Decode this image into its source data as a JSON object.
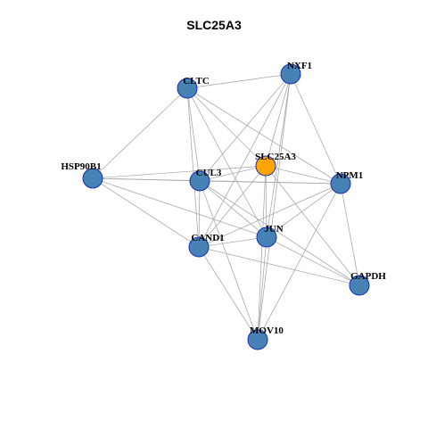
{
  "title": "SLC25A3",
  "colors": {
    "node_fill": "#4682b4",
    "hub_fill": "#ffa500",
    "node_stroke": "#1a2fb5",
    "edge": "#aaaaaa"
  },
  "nodes": [
    {
      "id": "SLC25A3",
      "label": "SLC25A3",
      "hub": true
    },
    {
      "id": "NXF1",
      "label": "NXF1"
    },
    {
      "id": "CLTC",
      "label": "CLTC"
    },
    {
      "id": "HSP90B1",
      "label": "HSP90B1"
    },
    {
      "id": "CUL3",
      "label": "CUL3"
    },
    {
      "id": "NPM1",
      "label": "NPM1"
    },
    {
      "id": "JUN",
      "label": "JUN"
    },
    {
      "id": "CAND1",
      "label": "CAND1"
    },
    {
      "id": "GAPDH",
      "label": "GAPDH"
    },
    {
      "id": "MOV10",
      "label": "MOV10"
    }
  ],
  "edges": [
    [
      "CLTC",
      "NXF1"
    ],
    [
      "CLTC",
      "HSP90B1"
    ],
    [
      "CLTC",
      "SLC25A3"
    ],
    [
      "CLTC",
      "CUL3"
    ],
    [
      "CLTC",
      "CAND1"
    ],
    [
      "CLTC",
      "NPM1"
    ],
    [
      "CLTC",
      "JUN"
    ],
    [
      "NXF1",
      "SLC25A3"
    ],
    [
      "NXF1",
      "CUL3"
    ],
    [
      "NXF1",
      "NPM1"
    ],
    [
      "NXF1",
      "JUN"
    ],
    [
      "NXF1",
      "CAND1"
    ],
    [
      "NXF1",
      "MOV10"
    ],
    [
      "HSP90B1",
      "SLC25A3"
    ],
    [
      "HSP90B1",
      "CUL3"
    ],
    [
      "HSP90B1",
      "NPM1"
    ],
    [
      "HSP90B1",
      "JUN"
    ],
    [
      "HSP90B1",
      "CAND1"
    ],
    [
      "SLC25A3",
      "CUL3"
    ],
    [
      "SLC25A3",
      "NPM1"
    ],
    [
      "SLC25A3",
      "JUN"
    ],
    [
      "SLC25A3",
      "CAND1"
    ],
    [
      "SLC25A3",
      "GAPDH"
    ],
    [
      "SLC25A3",
      "MOV10"
    ],
    [
      "CUL3",
      "NPM1"
    ],
    [
      "CUL3",
      "JUN"
    ],
    [
      "CUL3",
      "CAND1"
    ],
    [
      "CUL3",
      "GAPDH"
    ],
    [
      "CUL3",
      "MOV10"
    ],
    [
      "NPM1",
      "JUN"
    ],
    [
      "NPM1",
      "CAND1"
    ],
    [
      "NPM1",
      "GAPDH"
    ],
    [
      "NPM1",
      "MOV10"
    ],
    [
      "JUN",
      "CAND1"
    ],
    [
      "JUN",
      "GAPDH"
    ],
    [
      "JUN",
      "MOV10"
    ],
    [
      "CAND1",
      "GAPDH"
    ],
    [
      "CAND1",
      "MOV10"
    ]
  ]
}
